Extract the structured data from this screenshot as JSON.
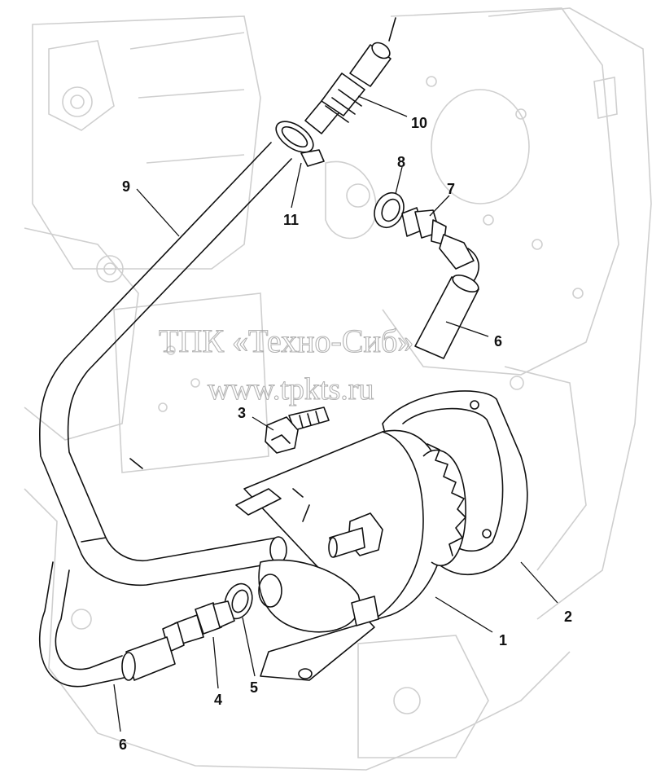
{
  "callouts": [
    {
      "id": "c1",
      "label": "1"
    },
    {
      "id": "c2",
      "label": "2"
    },
    {
      "id": "c3",
      "label": "3"
    },
    {
      "id": "c4",
      "label": "4"
    },
    {
      "id": "c5",
      "label": "5"
    },
    {
      "id": "c6a",
      "label": "6"
    },
    {
      "id": "c6b",
      "label": "6"
    },
    {
      "id": "c7",
      "label": "7"
    },
    {
      "id": "c8",
      "label": "8"
    },
    {
      "id": "c9",
      "label": "9"
    },
    {
      "id": "c10",
      "label": "10"
    },
    {
      "id": "c11",
      "label": "11"
    }
  ],
  "watermark": {
    "line1": "ТПК «Техно-Сиб»",
    "line2": "www.tpkts.ru"
  }
}
